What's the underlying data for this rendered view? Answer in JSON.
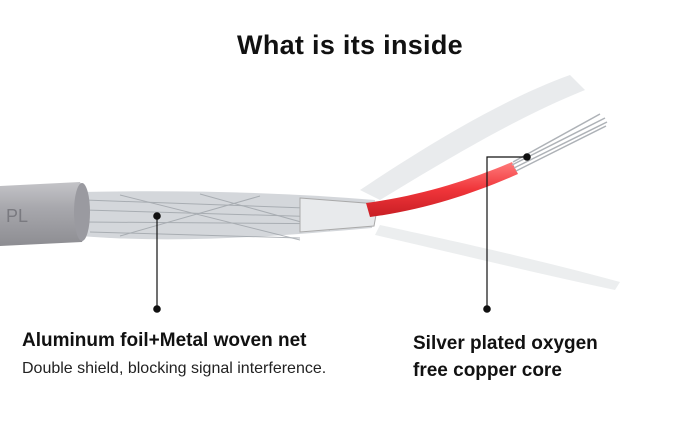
{
  "title": "What is its inside",
  "cable_print": "PL",
  "left_callout": {
    "heading": "Aluminum foil+Metal woven net",
    "description": "Double shield, blocking signal interference."
  },
  "right_callout": {
    "line1": "Silver plated oxygen",
    "line2": "free copper core"
  },
  "colors": {
    "jacket": "#a9a9ad",
    "red_wire": "#f0353a",
    "braid": "#cfd3d8"
  }
}
